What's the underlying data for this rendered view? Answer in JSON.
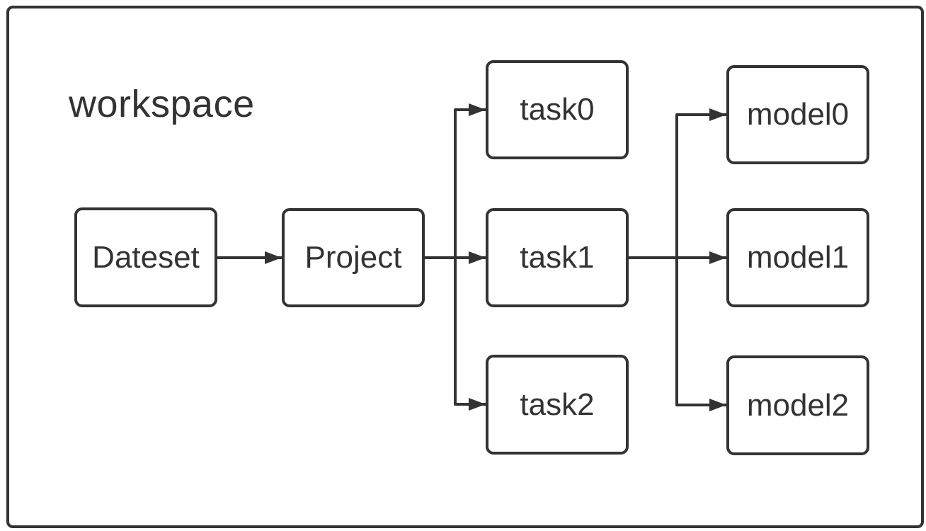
{
  "diagram": {
    "title": "workspace",
    "nodes": [
      {
        "id": "dateset",
        "label": "Dateset"
      },
      {
        "id": "project",
        "label": "Project"
      },
      {
        "id": "task0",
        "label": "task0"
      },
      {
        "id": "task1",
        "label": "task1"
      },
      {
        "id": "task2",
        "label": "task2"
      },
      {
        "id": "model0",
        "label": "model0"
      },
      {
        "id": "model1",
        "label": "model1"
      },
      {
        "id": "model2",
        "label": "model2"
      }
    ],
    "edges": [
      {
        "from": "Dateset",
        "to": "Project"
      },
      {
        "from": "Project",
        "to": "task0"
      },
      {
        "from": "Project",
        "to": "task1"
      },
      {
        "from": "Project",
        "to": "task2"
      },
      {
        "from": "task1",
        "to": "model0"
      },
      {
        "from": "task1",
        "to": "model1"
      },
      {
        "from": "task1",
        "to": "model2"
      }
    ],
    "colors": {
      "stroke": "#333333",
      "node_fill": "#ffffff",
      "background": "#ffffff"
    }
  }
}
